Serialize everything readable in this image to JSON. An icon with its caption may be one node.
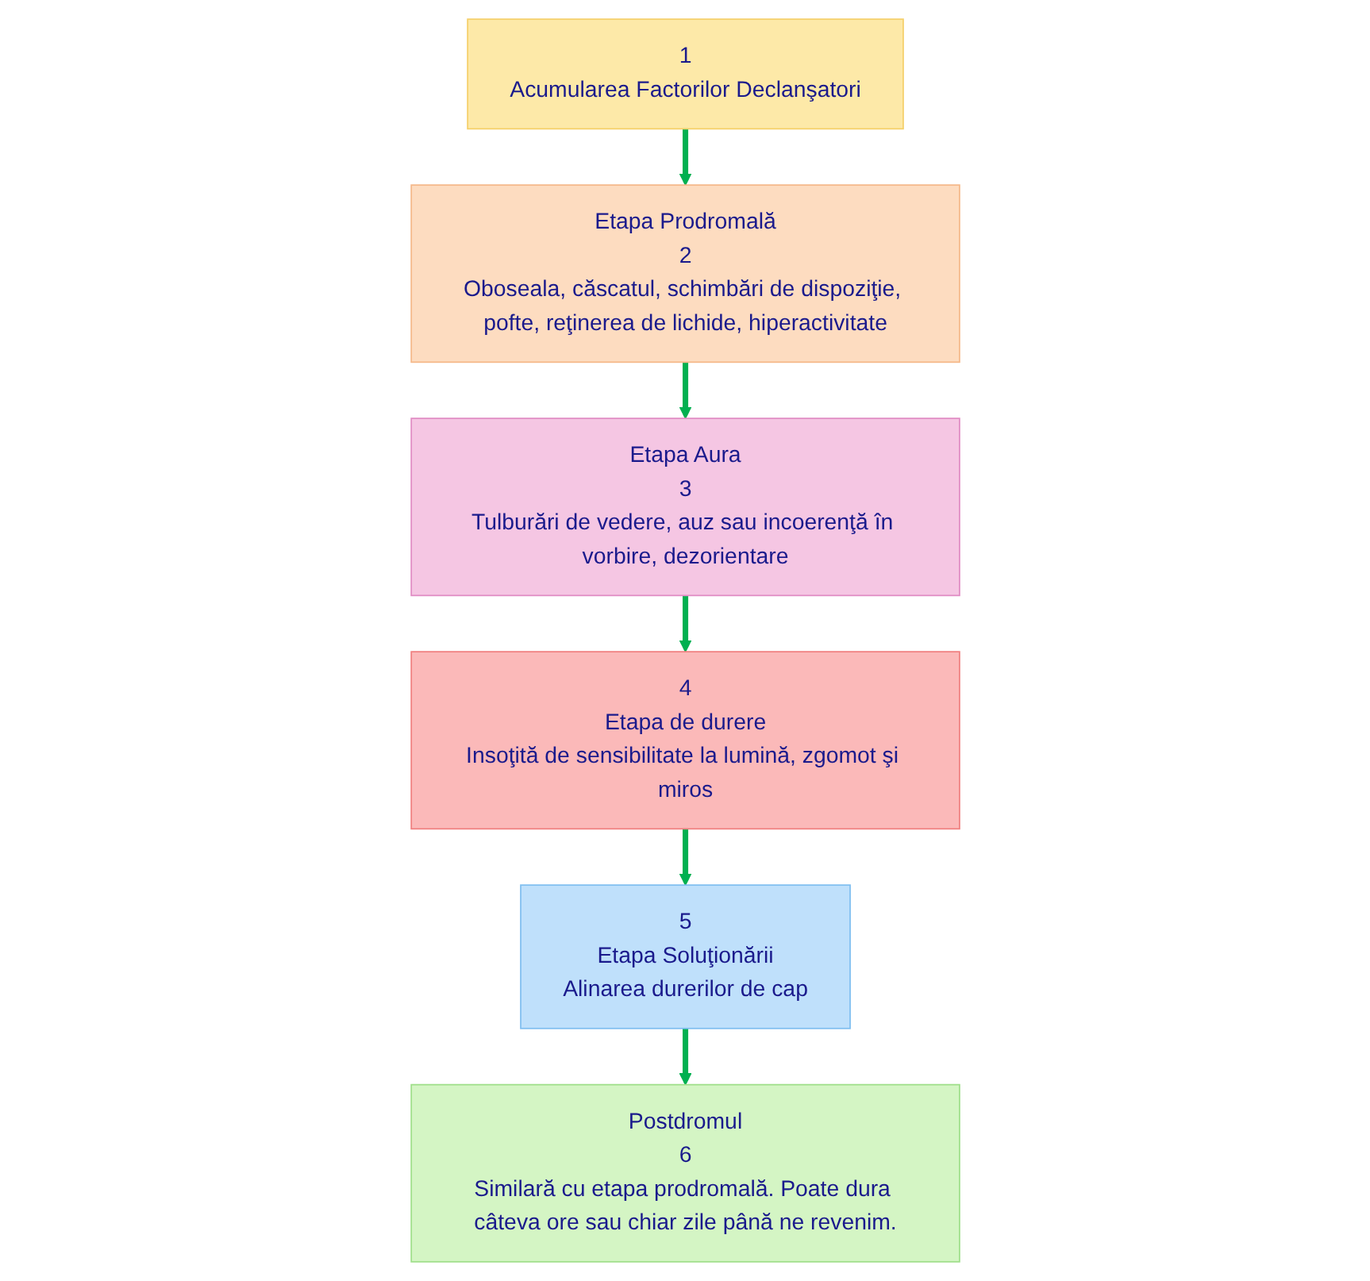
{
  "diagram": {
    "nodes": [
      {
        "text": [
          "1",
          "Acumularea Factorilor Declanşatori"
        ]
      },
      {
        "text": [
          "Etapa Prodromală",
          "2",
          "Oboseala, căscatul, schimbări de dispoziţie, pofte, reţinerea de lichide, hiperactivitate"
        ]
      },
      {
        "text": [
          "Etapa Aura",
          "3",
          "Tulburări de vedere, auz sau incoerenţă în vorbire, dezorientare"
        ]
      },
      {
        "text": [
          "4",
          "Etapa de durere",
          "Insoţită de sensibilitate la lumină, zgomot şi miros"
        ]
      },
      {
        "text": [
          "5",
          "Etapa Soluţionării",
          "Alinarea durerilor de cap"
        ]
      },
      {
        "text": [
          "Postdromul",
          "6",
          "Similară cu etapa prodromală. Poate dura câteva ore sau chiar zile până ne revenim."
        ]
      }
    ],
    "edges": [
      {
        "from": 0,
        "to": 1,
        "arrow": "to"
      },
      {
        "from": 1,
        "to": 2,
        "arrow": "to"
      },
      {
        "from": 2,
        "to": 3,
        "arrow": "to"
      },
      {
        "from": 3,
        "to": 4,
        "arrow": "to"
      },
      {
        "from": 4,
        "to": 5,
        "arrow": "to"
      }
    ]
  }
}
